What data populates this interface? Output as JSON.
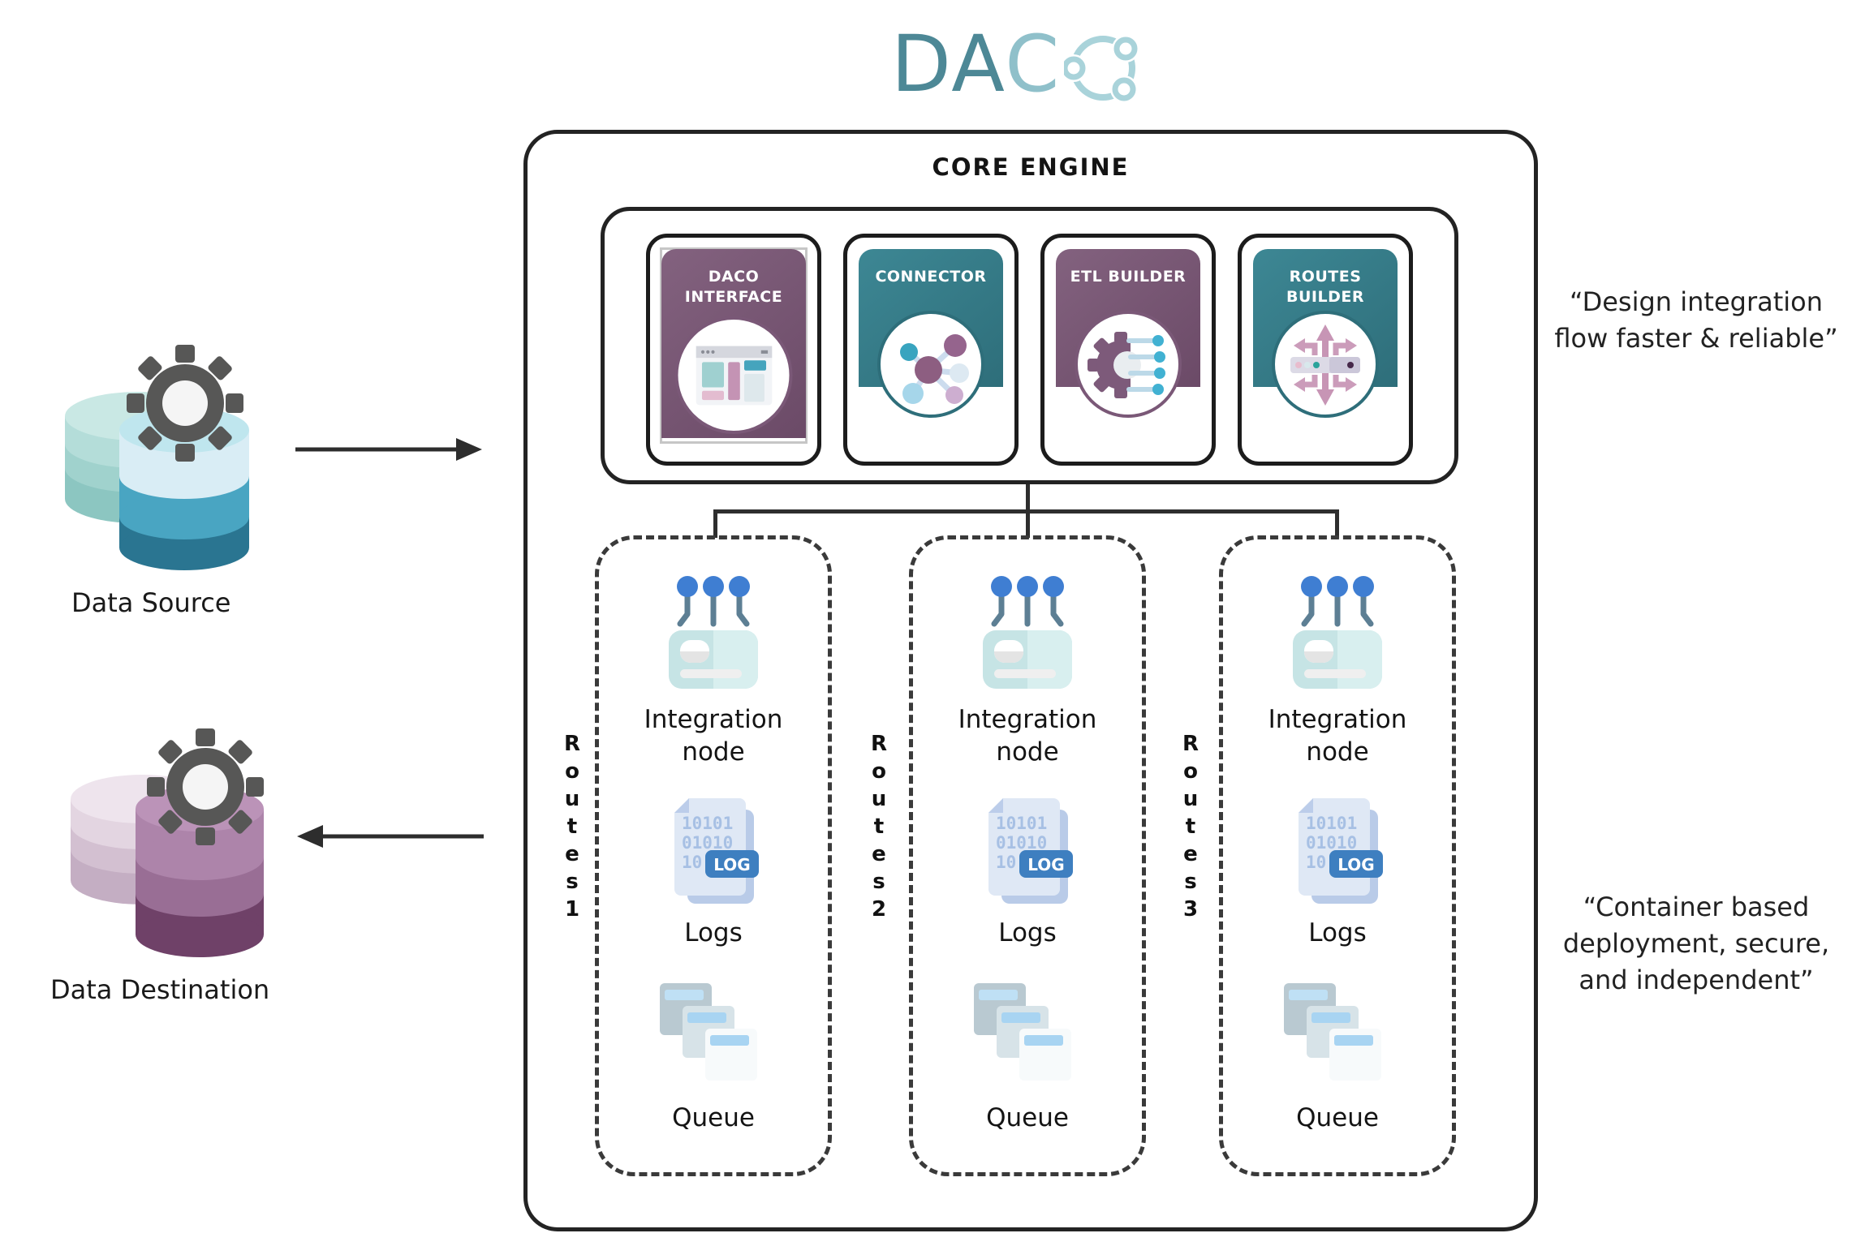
{
  "logo": {
    "brand_prefix": "DA",
    "brand_suffix": "C"
  },
  "core": {
    "title": "CORE ENGINE",
    "modules": [
      {
        "title": "DACO INTERFACE",
        "icon": "browser-window"
      },
      {
        "title": "CONNECTOR",
        "icon": "hub-network"
      },
      {
        "title": "ETL BUILDER",
        "icon": "gear-circuit"
      },
      {
        "title": "ROUTES BUILDER",
        "icon": "direction-arrows"
      }
    ]
  },
  "routes": [
    {
      "name": "Routes 1",
      "vertical_label": "R\no\nu\nt\ne\ns\n1",
      "integration_label": "Integration node",
      "logs_label": "Logs",
      "queue_label": "Queue"
    },
    {
      "name": "Routes 2",
      "vertical_label": "R\no\nu\nt\ne\ns\n2",
      "integration_label": "Integration node",
      "logs_label": "Logs",
      "queue_label": "Queue"
    },
    {
      "name": "Routes 3",
      "vertical_label": "R\no\nu\nt\ne\ns\n3",
      "integration_label": "Integration node",
      "logs_label": "Logs",
      "queue_label": "Queue"
    }
  ],
  "endpoints": {
    "source_label": "Data Source",
    "destination_label": "Data Destination"
  },
  "quotes": {
    "design_quote": "“Design integration flow faster & reliable”",
    "deployment_quote": "“Container based deployment, secure, and independent”"
  },
  "log_badge_text": "LOG",
  "log_binary_lines": [
    "10101",
    "01010",
    "10"
  ],
  "colors": {
    "ink": "#1d1d1b",
    "line-dark": "#2d2d2d",
    "teal-header": "#2e6e7a",
    "teal-header-light": "#3d8794",
    "purple-header": "#6b4a67",
    "purple-header-light": "#83627f",
    "logo-teal": "#4d8896",
    "logo-teal-light": "#8fc0ca",
    "logo-o": "#a9d3da"
  }
}
